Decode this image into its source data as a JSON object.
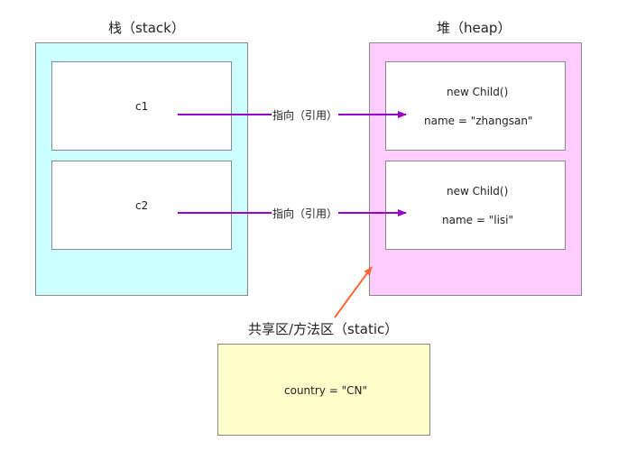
{
  "stack": {
    "title": "栈（stack）",
    "vars": [
      {
        "name": "c1"
      },
      {
        "name": "c2"
      }
    ]
  },
  "heap": {
    "title": "堆（heap）",
    "objects": [
      {
        "ctor": "new Child()",
        "field": "name = \"zhangsan\""
      },
      {
        "ctor": "new Child()",
        "field": "name = \"lisi\""
      }
    ]
  },
  "static_area": {
    "title": "共享区/方法区（static）",
    "field": "country = \"CN\""
  },
  "references": [
    {
      "label": "指向（引用）"
    },
    {
      "label": "指向（引用）"
    }
  ],
  "colors": {
    "stack_fill": "#ccffff",
    "heap_fill": "#ffccff",
    "static_fill": "#ffffcc",
    "reference_arrow": "#9900cc",
    "static_arrow": "#ff6633"
  }
}
